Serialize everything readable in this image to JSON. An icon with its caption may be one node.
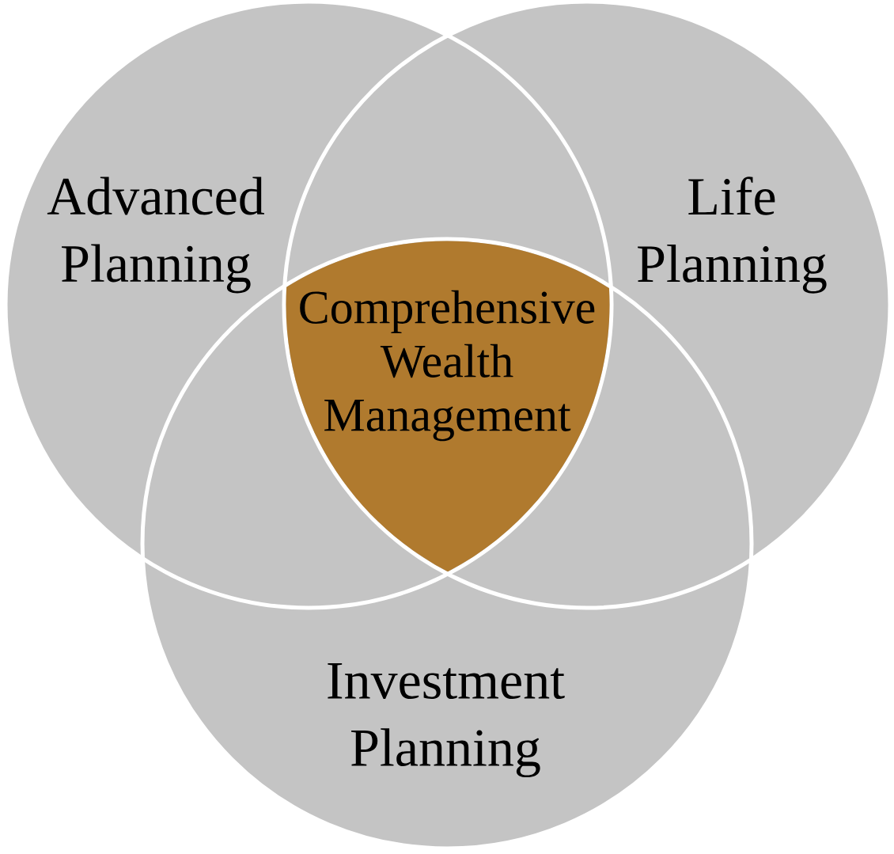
{
  "diagram": {
    "nodes": [
      {
        "text": [
          "Advanced Planning"
        ]
      },
      {
        "text": [
          "Life Planning"
        ]
      },
      {
        "text": [
          "Investment Planning"
        ]
      },
      {
        "text": [
          "Comprehensive Wealth Management"
        ]
      }
    ]
  }
}
